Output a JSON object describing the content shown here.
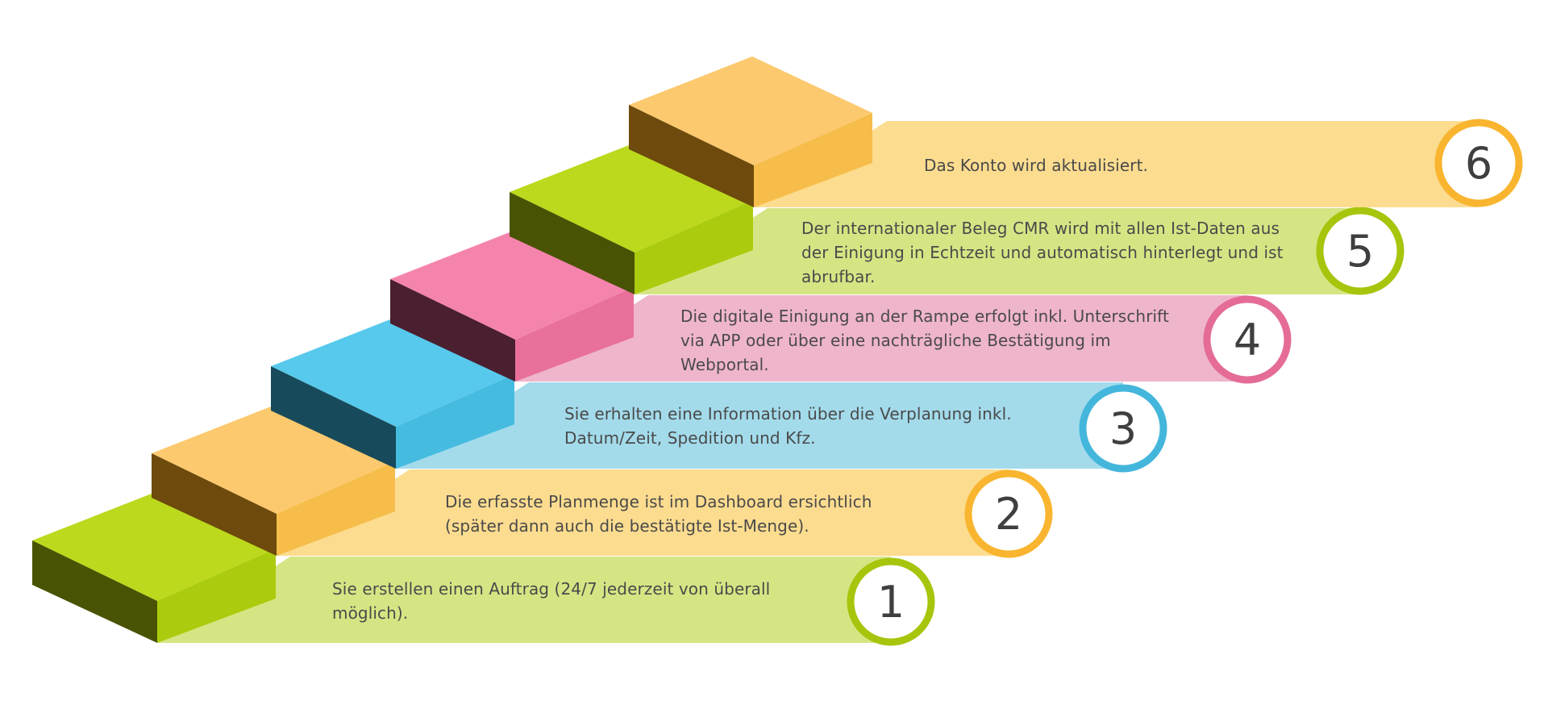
{
  "steps": [
    {
      "number": "1",
      "text": "Sie erstellen einen Auftrag (24/7 jederzeit von überall\nmöglich).",
      "colors": {
        "top": "#bcd91d",
        "left": "#4a5304",
        "front": "#abcc0e",
        "band": "#d6e584",
        "ring": "#a6c50d"
      }
    },
    {
      "number": "2",
      "text": "Die erfasste Planmenge ist im Dashboard ersichtlich\n(später dann auch die bestätigte Ist-Menge).",
      "colors": {
        "top": "#fcc96e",
        "left": "#6e4a0c",
        "front": "#f6bd4a",
        "band": "#fcdc8f",
        "ring": "#f9b52f"
      }
    },
    {
      "number": "3",
      "text": "Sie erhalten eine Information über die Verplanung inkl.\nDatum/Zeit, Spedition und Kfz.",
      "colors": {
        "top": "#57c9ec",
        "left": "#174a5a",
        "front": "#45bbe0",
        "band": "#a3dbeb",
        "ring": "#44b6dc"
      }
    },
    {
      "number": "4",
      "text": "Die digitale Einigung an der Rampe erfolgt inkl. Unterschrift\nvia APP oder über eine nachträgliche Bestätigung im\n Webportal.",
      "colors": {
        "top": "#f584ad",
        "left": "#4a1f30",
        "front": "#e8709b",
        "band": "#efb5cc",
        "ring": "#e46c97"
      }
    },
    {
      "number": "5",
      "text": "Der internationaler Beleg CMR wird mit allen Ist-Daten aus\nder Einigung in Echtzeit und automatisch hinterlegt und ist\nabrufbar.",
      "colors": {
        "top": "#bcd91d",
        "left": "#4a5304",
        "front": "#abcc0e",
        "band": "#d6e584",
        "ring": "#a6c50d"
      }
    },
    {
      "number": "6",
      "text": "Das Konto wird aktualisiert.",
      "colors": {
        "top": "#fcc96e",
        "left": "#6e4a0c",
        "front": "#f6bd4a",
        "band": "#fcdc8f",
        "ring": "#f9b52f"
      }
    }
  ]
}
